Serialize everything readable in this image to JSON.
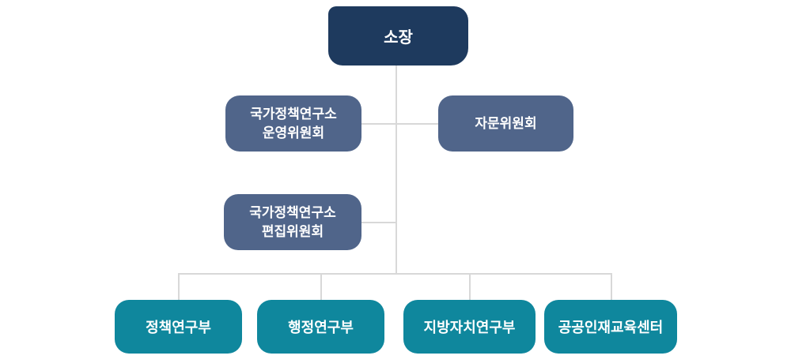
{
  "org_chart": {
    "type": "organization-chart",
    "root": {
      "label": "소장"
    },
    "committees": {
      "operating": {
        "line1": "국가정책연구소",
        "line2": "운영위원회"
      },
      "advisory": {
        "label": "자문위원회"
      },
      "editorial": {
        "line1": "국가정책연구소",
        "line2": "편집위원회"
      }
    },
    "departments": [
      {
        "label": "정책연구부"
      },
      {
        "label": "행정연구부"
      },
      {
        "label": "지방자치연구부"
      },
      {
        "label": "공공인재교육센터"
      }
    ],
    "colors": {
      "director_bg": "#1e3a5e",
      "committee_bg": "#50658a",
      "department_bg": "#0f879d",
      "connector_line": "#d8d8d8",
      "text": "#ffffff",
      "background": "#ffffff"
    }
  }
}
